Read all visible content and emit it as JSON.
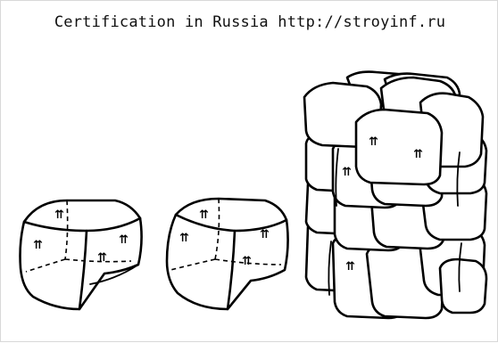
{
  "header": {
    "text": "Certification in Russia http://stroyinf.ru"
  },
  "figure": {
    "items": [
      {
        "name": "single-bag",
        "marking": "handling arrows"
      },
      {
        "name": "single-bag-variant",
        "marking": "handling arrows"
      },
      {
        "name": "stacked-bags",
        "marking": "handling arrows"
      }
    ],
    "marking_glyph": "⇈"
  }
}
